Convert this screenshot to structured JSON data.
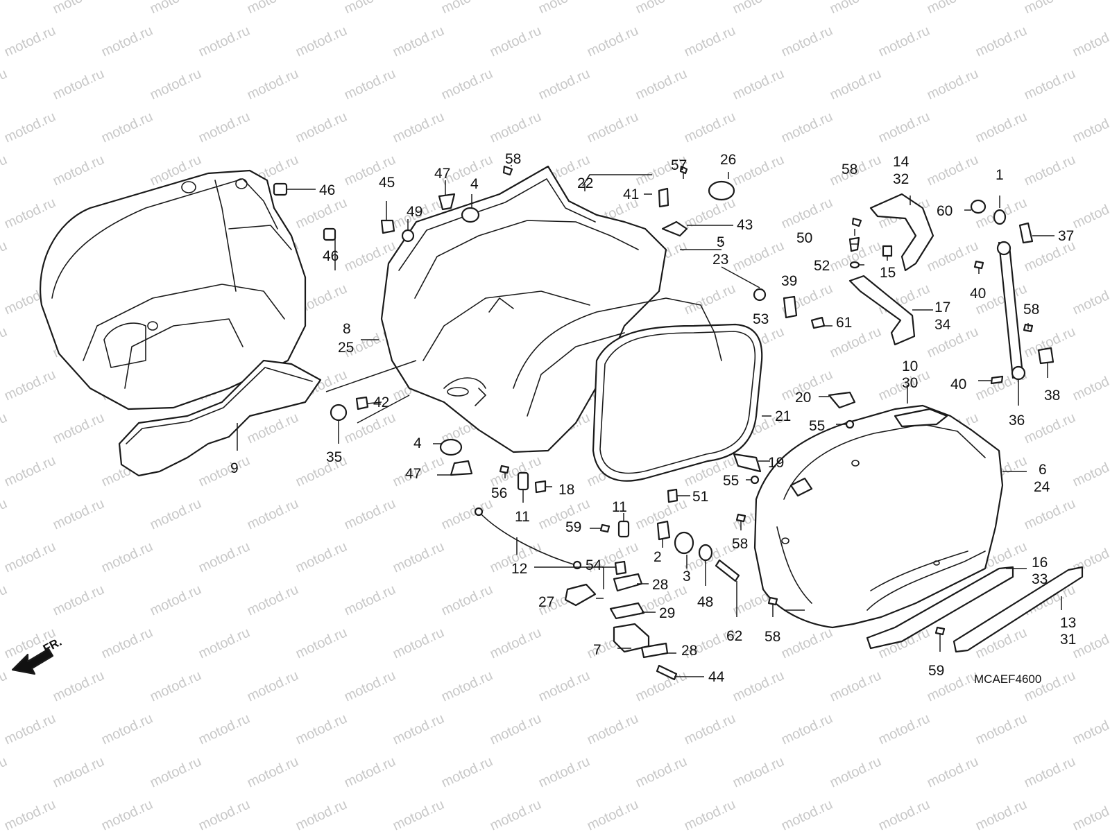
{
  "watermark": "motod.ru",
  "diagram_code": "MCAEF4600",
  "front_indicator": "FR.",
  "callouts": {
    "c1": "1",
    "c2": "2",
    "c3": "3",
    "c4a": "4",
    "c4b": "4",
    "c5": "5",
    "c6": "6",
    "c7": "7",
    "c8": "8",
    "c9": "9",
    "c10": "10",
    "c11a": "11",
    "c11b": "11",
    "c12": "12",
    "c13": "13",
    "c14": "14",
    "c15": "15",
    "c16": "16",
    "c17": "17",
    "c18": "18",
    "c19": "19",
    "c20": "20",
    "c21": "21",
    "c22": "22",
    "c23": "23",
    "c24": "24",
    "c25": "25",
    "c26": "26",
    "c27": "27",
    "c28a": "28",
    "c28b": "28",
    "c29": "29",
    "c30": "30",
    "c31": "31",
    "c32": "32",
    "c33": "33",
    "c34": "34",
    "c35": "35",
    "c36": "36",
    "c37": "37",
    "c38": "38",
    "c39": "39",
    "c40a": "40",
    "c40b": "40",
    "c41": "41",
    "c42": "42",
    "c43": "43",
    "c44": "44",
    "c45": "45",
    "c46a": "46",
    "c46b": "46",
    "c47a": "47",
    "c47b": "47",
    "c48": "48",
    "c49": "49",
    "c50": "50",
    "c51": "51",
    "c52": "52",
    "c53": "53",
    "c54": "54",
    "c55a": "55",
    "c55b": "55",
    "c56": "56",
    "c57": "57",
    "c58a": "58",
    "c58b": "58",
    "c58c": "58",
    "c58d": "58",
    "c58e": "58",
    "c59a": "59",
    "c59b": "59",
    "c60": "60",
    "c61": "61",
    "c62": "62"
  },
  "colors": {
    "line": "#1a1a1a",
    "watermark": "#c8c8c8",
    "background": "#ffffff"
  }
}
